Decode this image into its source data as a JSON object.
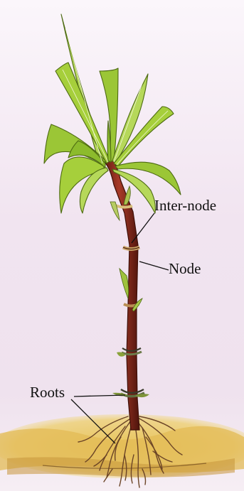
{
  "labels": {
    "internode": "Inter-node",
    "node": "Node",
    "roots": "Roots"
  },
  "colors": {
    "background": "#f4eaf4",
    "leaf": "#a6cf3b",
    "leaf_dark": "#5d8a12",
    "stem": "#8c2a1e",
    "stem_dark": "#5a170f",
    "ground": "#e6c35a",
    "soil": "#7a4a24"
  }
}
